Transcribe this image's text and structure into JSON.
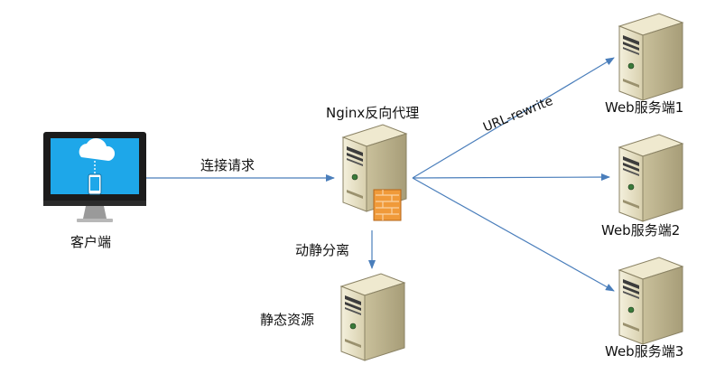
{
  "nodes": {
    "client": {
      "label": "客户端",
      "icon": "monitor-cloud-phone-icon"
    },
    "nginx": {
      "label": "Nginx反向代理",
      "icon": "server-firewall-icon"
    },
    "static": {
      "label": "静态资源",
      "icon": "server-icon"
    },
    "web1": {
      "label": "Web服务端1",
      "icon": "server-icon"
    },
    "web2": {
      "label": "Web服务端2",
      "icon": "server-icon"
    },
    "web3": {
      "label": "Web服务端3",
      "icon": "server-icon"
    }
  },
  "edges": {
    "connect": {
      "label": "连接请求"
    },
    "static_split": {
      "label": "动静分离"
    },
    "rewrite": {
      "label": "URL-rewrite"
    }
  },
  "colors": {
    "arrow": "#4a7ebb",
    "monitor_screen": "#1ea7e9",
    "server_body": "#e8e2c6",
    "firewall": "#f09a3a"
  }
}
